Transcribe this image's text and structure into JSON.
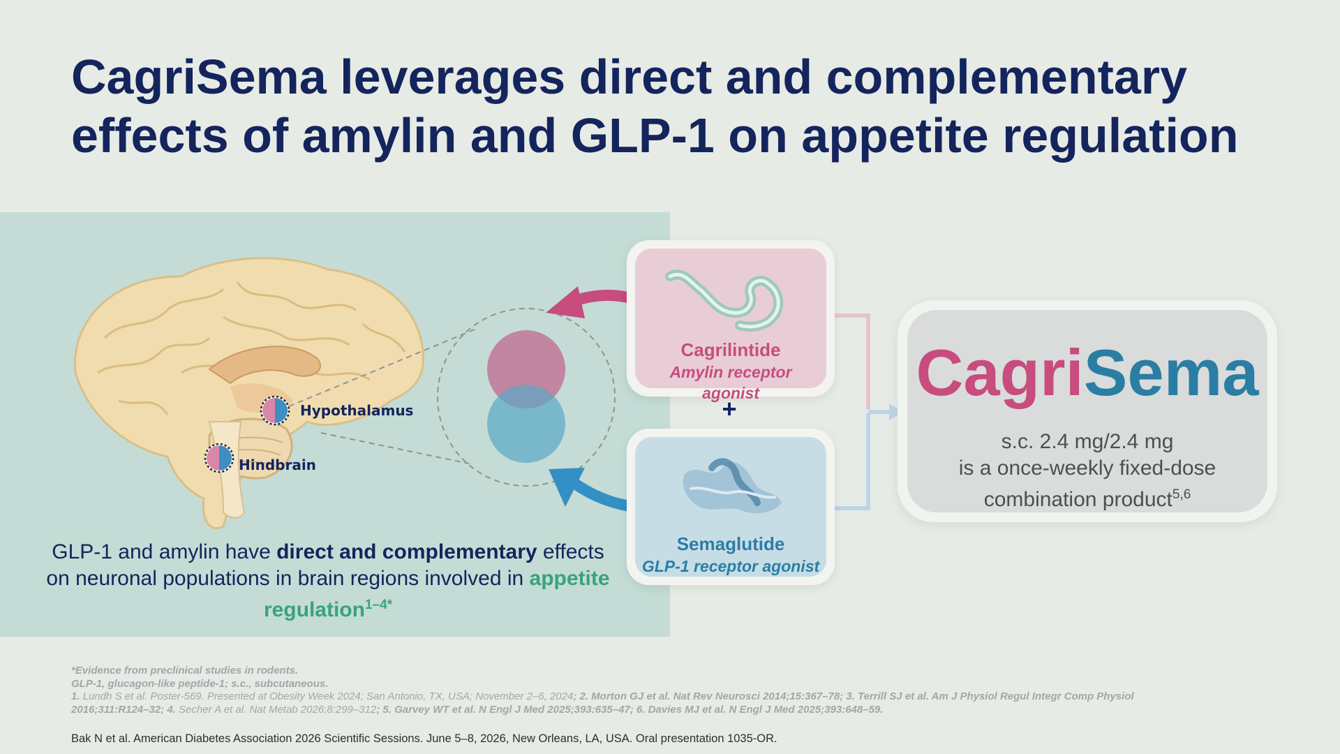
{
  "slide": {
    "title_line1": "CagriSema leverages direct and complementary",
    "title_line2": "effects of amylin and GLP-1 on appetite regulation"
  },
  "brain": {
    "region_hypothalamus": "Hypothalamus",
    "region_hindbrain": "Hindbrain",
    "caption": {
      "part1": "GLP-1 and amylin have ",
      "part2": "direct and complementary",
      "part3": " effects on neuronal populations in brain regions involved in ",
      "part4": "appetite regulation",
      "sup": "1–4*"
    }
  },
  "drugs": {
    "cagrilintide": {
      "name": "Cagrilintide",
      "desc_line1": "Amylin receptor",
      "desc_line2": "agonist"
    },
    "plus": "+",
    "semaglutide": {
      "name": "Semaglutide",
      "desc": "GLP-1 receptor agonist"
    }
  },
  "product": {
    "name_part1": "Cagri",
    "name_part2": "Sema",
    "desc_line1": "s.c. 2.4 mg/2.4 mg",
    "desc_line2": "is a once-weekly fixed-dose",
    "desc_line3": "combination product",
    "desc_sup": "5,6"
  },
  "footnotes": {
    "line1": "*Evidence from preclinical studies in rodents.",
    "line2": "GLP-1, glucagon-like peptide-1; s.c., subcutaneous.",
    "line3_a": "1. ",
    "line3_b": "Lundh S et al. Poster-569. Presented at Obesity Week 2024; San Antonio, TX, USA; November 2–6, 2024",
    "line3_c": "; 2. Morton GJ et al. Nat Rev Neurosci 2014;15:367–78; 3. Terrill SJ et al. Am J Physiol Regul Integr Comp Physiol",
    "line4_a": "2016;311:R124–32; 4. ",
    "line4_b": "Secher A et al. Nat Metab 2026;8:299–312",
    "line4_c": "; 5. Garvey WT et al. N Engl J Med 2025;393:635–47; 6. Davies MJ et al. N Engl J Med 2025;393:648–59."
  },
  "source": "Bak N et al. American Diabetes Association 2026 Scientific Sessions. June 5–8, 2026, New Orleans, LA, USA. Oral presentation 1035-OR.",
  "colors": {
    "navy": "#14245c",
    "pink": "#c84c7e",
    "blue": "#2b7ea3",
    "green": "#3aa37a",
    "card_pink": "#e8cdd6",
    "card_blue": "#c7dde6"
  }
}
